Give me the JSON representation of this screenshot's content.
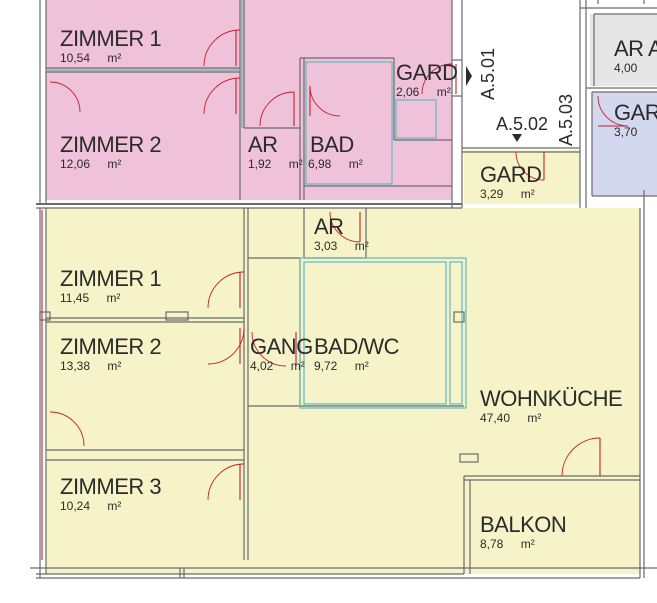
{
  "colors": {
    "pink": "#f0c2d9",
    "yellow": "#f6f3c8",
    "blue": "#d4d8ee",
    "grey": "#e6e6e6",
    "wall": "#6b6b6b",
    "cyan": "#5fb9c4",
    "door": "#c2202c"
  },
  "rooms": [
    {
      "id": "pink-zimmer1",
      "name": "ZIMMER 1",
      "area": "10,54",
      "unit": "m²"
    },
    {
      "id": "pink-zimmer2",
      "name": "ZIMMER 2",
      "area": "12,06",
      "unit": "m²"
    },
    {
      "id": "pink-ar",
      "name": "AR",
      "area": "1,92",
      "unit": "m²"
    },
    {
      "id": "pink-bad",
      "name": "BAD",
      "area": "6,98",
      "unit": "m²"
    },
    {
      "id": "pink-gard",
      "name": "GARD",
      "area": "2,06",
      "unit": "m²"
    },
    {
      "id": "grey-ar",
      "name": "AR A",
      "area": "4,00",
      "unit": ""
    },
    {
      "id": "blue-gard",
      "name": "GARD",
      "area": "3,70",
      "unit": ""
    },
    {
      "id": "yellow-gard",
      "name": "GARD",
      "area": "3,29",
      "unit": "m²"
    },
    {
      "id": "yellow-ar",
      "name": "AR",
      "area": "3,03",
      "unit": "m²"
    },
    {
      "id": "yellow-zimmer1",
      "name": "ZIMMER 1",
      "area": "11,45",
      "unit": "m²"
    },
    {
      "id": "yellow-zimmer2",
      "name": "ZIMMER 2",
      "area": "13,38",
      "unit": "m²"
    },
    {
      "id": "yellow-gang",
      "name": "GANG",
      "area": "4,02",
      "unit": "m²"
    },
    {
      "id": "yellow-badwc",
      "name": "BAD/WC",
      "area": "9,72",
      "unit": "m²"
    },
    {
      "id": "yellow-wohnkueche",
      "name": "WOHNKÜCHE",
      "area": "47,40",
      "unit": "m²"
    },
    {
      "id": "yellow-zimmer3",
      "name": "ZIMMER 3",
      "area": "10,24",
      "unit": "m²"
    },
    {
      "id": "yellow-balkon",
      "name": "BALKON",
      "area": "8,78",
      "unit": "m²"
    }
  ],
  "units": [
    {
      "id": "a501",
      "label": "A.5.01"
    },
    {
      "id": "a502",
      "label": "A.5.02"
    },
    {
      "id": "a503",
      "label": "A.5.03"
    }
  ]
}
